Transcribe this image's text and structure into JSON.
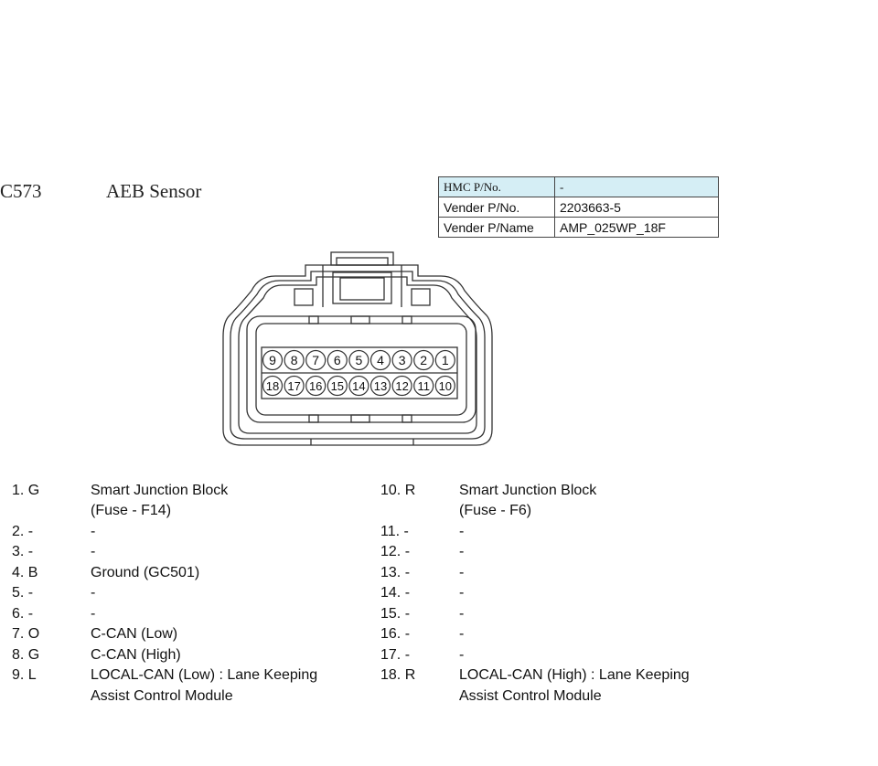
{
  "header": {
    "connector_code": "C573",
    "connector_name": "AEB Sensor"
  },
  "part_table": [
    {
      "label": "HMC P/No.",
      "value": "-"
    },
    {
      "label": "Vender P/No.",
      "value": "2203663-5"
    },
    {
      "label": "Vender P/Name",
      "value": "AMP_025WP_18F"
    }
  ],
  "connector": {
    "top_row_pins": [
      "9",
      "8",
      "7",
      "6",
      "5",
      "4",
      "3",
      "2",
      "1"
    ],
    "bottom_row_pins": [
      "18",
      "17",
      "16",
      "15",
      "14",
      "13",
      "12",
      "11",
      "10"
    ]
  },
  "pins_left": [
    {
      "pin": "1. G",
      "desc": "Smart Junction Block",
      "desc2": "(Fuse - F14)"
    },
    {
      "pin": "2. -",
      "desc": "-"
    },
    {
      "pin": "3. -",
      "desc": "-"
    },
    {
      "pin": "4. B",
      "desc": "Ground (GC501)"
    },
    {
      "pin": "5. -",
      "desc": "-"
    },
    {
      "pin": "6. -",
      "desc": "-"
    },
    {
      "pin": "7. O",
      "desc": "C-CAN (Low)"
    },
    {
      "pin": "8. G",
      "desc": "C-CAN (High)"
    },
    {
      "pin": "9. L",
      "desc": "LOCAL-CAN (Low) : Lane Keeping",
      "desc2": "Assist Control Module"
    }
  ],
  "pins_right": [
    {
      "pin": "10. R",
      "desc": "Smart Junction Block",
      "desc2": "(Fuse - F6)"
    },
    {
      "pin": "11. -",
      "desc": "-"
    },
    {
      "pin": "12. -",
      "desc": "-"
    },
    {
      "pin": "13. -",
      "desc": "-"
    },
    {
      "pin": "14. -",
      "desc": "-"
    },
    {
      "pin": "15. -",
      "desc": "-"
    },
    {
      "pin": "16. -",
      "desc": "-"
    },
    {
      "pin": "17. -",
      "desc": "-"
    },
    {
      "pin": "18. R",
      "desc": "LOCAL-CAN (High) : Lane Keeping",
      "desc2": "Assist Control Module"
    }
  ]
}
